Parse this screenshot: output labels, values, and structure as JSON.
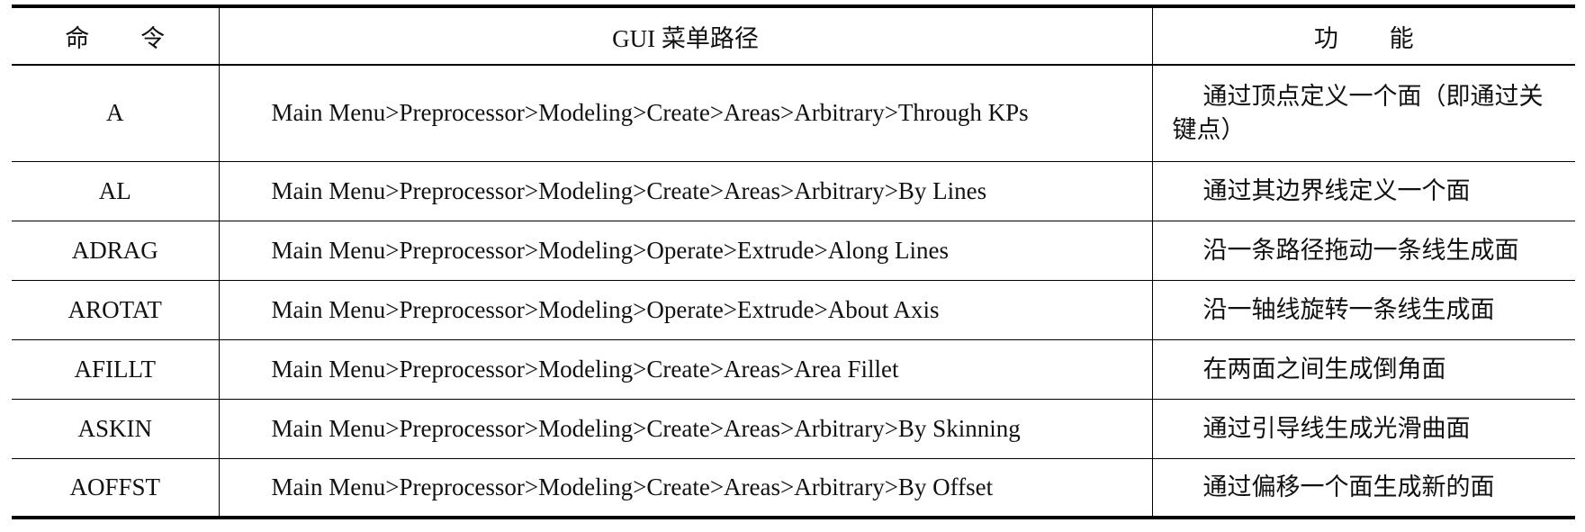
{
  "table": {
    "headers": {
      "command": "命 令",
      "gui_path": "GUI 菜单路径",
      "function": "功 能"
    },
    "rows": [
      {
        "command": "A",
        "gui_path": "Main Menu>Preprocessor>Modeling>Create>Areas>Arbitrary>Through KPs",
        "function": "通过顶点定义一个面（即通过关键点）"
      },
      {
        "command": "AL",
        "gui_path": "Main Menu>Preprocessor>Modeling>Create>Areas>Arbitrary>By Lines",
        "function": "通过其边界线定义一个面"
      },
      {
        "command": "ADRAG",
        "gui_path": "Main Menu>Preprocessor>Modeling>Operate>Extrude>Along Lines",
        "function": "沿一条路径拖动一条线生成面"
      },
      {
        "command": "AROTAT",
        "gui_path": "Main Menu>Preprocessor>Modeling>Operate>Extrude>About Axis",
        "function": "沿一轴线旋转一条线生成面"
      },
      {
        "command": "AFILLT",
        "gui_path": "Main Menu>Preprocessor>Modeling>Create>Areas>Area Fillet",
        "function": "在两面之间生成倒角面"
      },
      {
        "command": "ASKIN",
        "gui_path": "Main Menu>Preprocessor>Modeling>Create>Areas>Arbitrary>By Skinning",
        "function": "通过引导线生成光滑曲面"
      },
      {
        "command": "AOFFST",
        "gui_path": "Main Menu>Preprocessor>Modeling>Create>Areas>Arbitrary>By Offset",
        "function": "通过偏移一个面生成新的面"
      }
    ]
  }
}
